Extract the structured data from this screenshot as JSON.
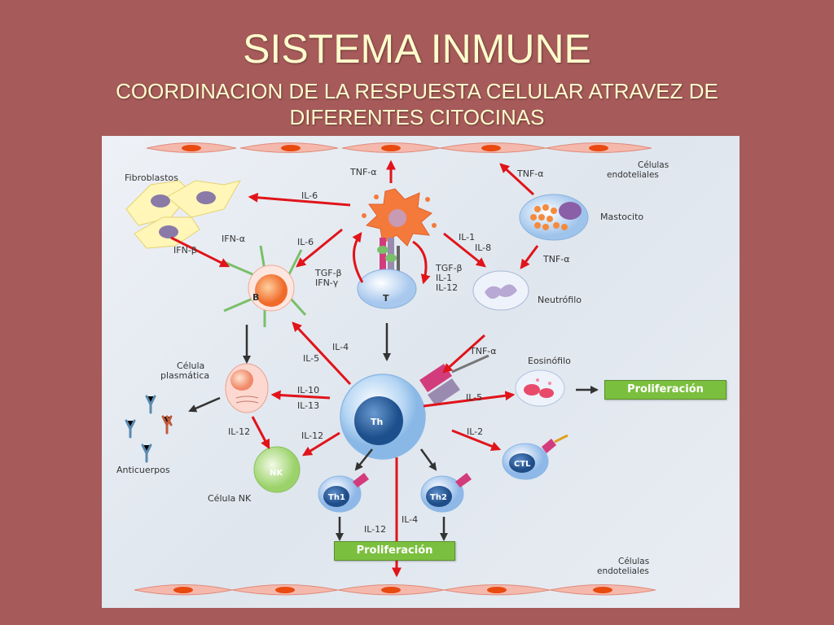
{
  "slide": {
    "title": "SISTEMA INMUNE",
    "subtitle_line1": "COORDINACION DE LA RESPUESTA  CELULAR  ATRAVEZ DE",
    "subtitle_line2": "DIFERENTES CITOCINAS"
  },
  "cells": {
    "endothelial_top": "Células endoteliales",
    "endothelial_top_l1": "Células",
    "endothelial_top_l2": "endoteliales",
    "endothelial_bottom_l1": "Células",
    "endothelial_bottom_l2": "endoteliales",
    "fibroblasts": "Fibroblastos",
    "mastocyte": "Mastocito",
    "neutrophil": "Neutrófilo",
    "b_cell": "B",
    "t_cell": "T",
    "th_cell": "Th",
    "plasma_l1": "Célula",
    "plasma_l2": "plasmática",
    "eosinophil": "Eosinófilo",
    "antibodies": "Anticuerpos",
    "nk_cell": "NK",
    "nk_label": "Célula NK",
    "ctl": "CTL",
    "th1": "Th1",
    "th2": "Th2"
  },
  "cytokines": {
    "tnf_top": "TNF-α",
    "tnf_mast": "TNF-α",
    "il6_fibro": "IL-6",
    "il6_b": "IL-6",
    "ifn_alpha": "IFN-α",
    "ifn_beta": "IFN-β",
    "il1": "IL-1",
    "il8": "IL-8",
    "tnf_neutro": "TNF-α",
    "tgf_left": "TGF-β",
    "ifn_gamma": "IFN-γ",
    "tgf_right": "TGF-β",
    "il1_right": "IL-1",
    "il12_right": "IL-12",
    "il4": "IL-4",
    "il5_b": "IL-5",
    "tnf_th": "TNF-α",
    "il10": "IL-10",
    "il13": "IL-13",
    "il5_eos": "IL-5",
    "il12_plasma": "IL-12",
    "il12_th": "IL-12",
    "il2": "IL-2",
    "il4_bottom": "IL-4",
    "il12_bottom": "IL-12"
  },
  "boxes": {
    "proliferation_right": "Proliferación",
    "proliferation_bottom": "Proliferación"
  },
  "colors": {
    "background": "#a65a5a",
    "title_text": "#fffccc",
    "arrow_red": "#e0141a",
    "arrow_dark": "#333333",
    "proliferation_green": "#7bbf3f"
  }
}
